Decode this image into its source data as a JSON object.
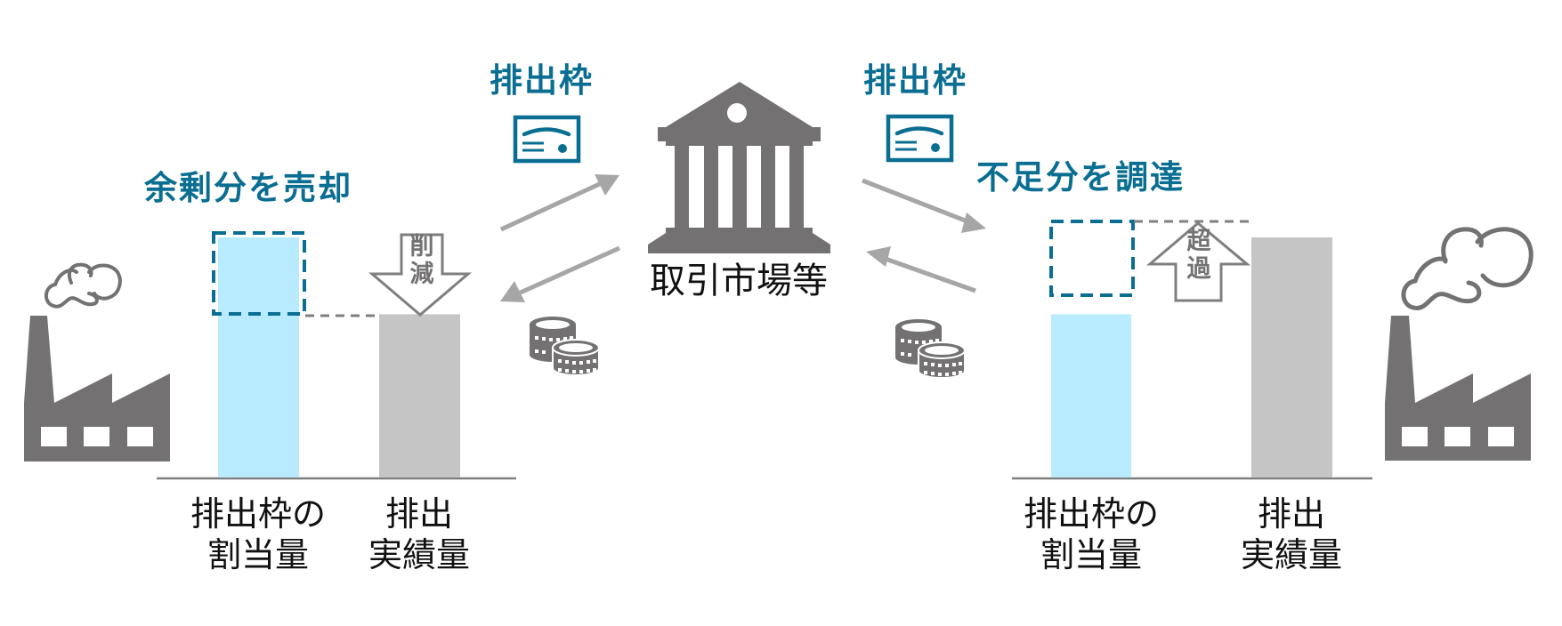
{
  "colors": {
    "teal": "#0A6E92",
    "icon_gray": "#737171",
    "arrow_gray": "#A6A6A6",
    "bar_allocation": "#B8EBFD",
    "bar_emission": "#C5C5C5",
    "axis": "#7F7F7F"
  },
  "center": {
    "market_label": "取引市場等",
    "icon": "bank-icon"
  },
  "left_panel": {
    "heading": "余剰分を売却",
    "credit_label": "排出枠",
    "credit_icon": "certificate-icon",
    "money_icon": "coins-icon",
    "factory_icon": "factory-icon",
    "delta_arrow_label_1": "削",
    "delta_arrow_label_2": "減",
    "delta_direction": "down",
    "bars": [
      {
        "label_line1": "排出枠の",
        "label_line2": "割当量",
        "kind": "allocation"
      },
      {
        "label_line1": "排出",
        "label_line2": "実績量",
        "kind": "emission"
      }
    ]
  },
  "right_panel": {
    "heading": "不足分を調達",
    "credit_label": "排出枠",
    "credit_icon": "certificate-icon",
    "money_icon": "coins-icon",
    "factory_icon": "factory-icon",
    "delta_arrow_label_1": "超",
    "delta_arrow_label_2": "過",
    "delta_direction": "up",
    "bars": [
      {
        "label_line1": "排出枠の",
        "label_line2": "割当量",
        "kind": "allocation"
      },
      {
        "label_line1": "排出",
        "label_line2": "実績量",
        "kind": "emission"
      }
    ]
  },
  "chart_data": [
    {
      "type": "bar",
      "title": "余剰分を売却",
      "categories": [
        "排出枠の割当量",
        "排出実績量"
      ],
      "values": [
        100,
        68
      ],
      "surplus": 32,
      "note": "allocation exceeds actual emissions; surplus (dashed box) sold",
      "ylim": [
        0,
        100
      ]
    },
    {
      "type": "bar",
      "title": "不足分を調達",
      "categories": [
        "排出枠の割当量",
        "排出実績量"
      ],
      "values": [
        68,
        100
      ],
      "shortfall": 32,
      "note": "actual emissions exceed allocation; shortfall (dashed box) procured",
      "ylim": [
        0,
        100
      ]
    }
  ]
}
